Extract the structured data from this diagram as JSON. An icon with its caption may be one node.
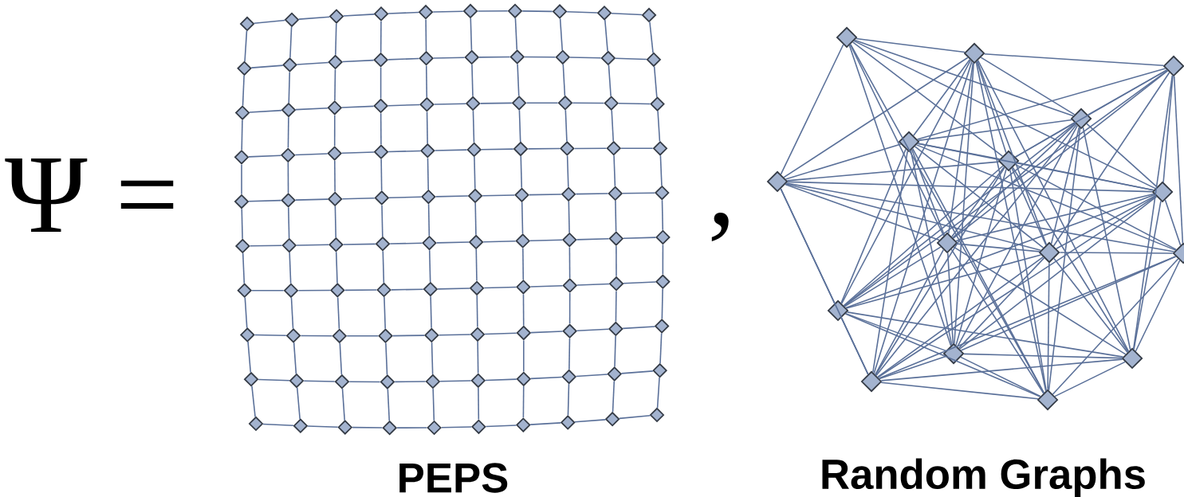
{
  "diagram": {
    "nodes": [
      {
        "text": [],
        "shape": "diamond"
      },
      {
        "text": [],
        "shape": "diamond"
      },
      {
        "text": [],
        "shape": "diamond"
      },
      {
        "text": [],
        "shape": "diamond"
      },
      {
        "text": [],
        "shape": "diamond"
      },
      {
        "text": [],
        "shape": "diamond"
      },
      {
        "text": [],
        "shape": "diamond"
      },
      {
        "text": [],
        "shape": "diamond"
      },
      {
        "text": [],
        "shape": "diamond"
      },
      {
        "text": [],
        "shape": "diamond"
      },
      {
        "text": [],
        "shape": "diamond"
      },
      {
        "text": [],
        "shape": "diamond"
      },
      {
        "text": [],
        "shape": "diamond"
      },
      {
        "text": [],
        "shape": "diamond"
      },
      {
        "text": [],
        "shape": "diamond"
      },
      {
        "text": [],
        "shape": "diamond"
      },
      {
        "text": [],
        "shape": "diamond"
      },
      {
        "text": [],
        "shape": "diamond"
      },
      {
        "text": [],
        "shape": "diamond"
      },
      {
        "text": [],
        "shape": "diamond"
      },
      {
        "text": [],
        "shape": "diamond"
      },
      {
        "text": [],
        "shape": "diamond"
      },
      {
        "text": [],
        "shape": "diamond"
      },
      {
        "text": [],
        "shape": "diamond"
      },
      {
        "text": [],
        "shape": "diamond"
      },
      {
        "text": [],
        "shape": "diamond"
      },
      {
        "text": [],
        "shape": "diamond"
      },
      {
        "text": [],
        "shape": "diamond"
      },
      {
        "text": [],
        "shape": "diamond"
      },
      {
        "text": [],
        "shape": "diamond"
      },
      {
        "text": [],
        "shape": "diamond"
      },
      {
        "text": [],
        "shape": "diamond"
      },
      {
        "text": [],
        "shape": "diamond"
      },
      {
        "text": [],
        "shape": "diamond"
      },
      {
        "text": [],
        "shape": "diamond"
      },
      {
        "text": [],
        "shape": "diamond"
      },
      {
        "text": [],
        "shape": "diamond"
      },
      {
        "text": [],
        "shape": "diamond"
      },
      {
        "text": [],
        "shape": "diamond"
      },
      {
        "text": [],
        "shape": "diamond"
      },
      {
        "text": [],
        "shape": "diamond"
      },
      {
        "text": [],
        "shape": "diamond"
      },
      {
        "text": [],
        "shape": "diamond"
      },
      {
        "text": [],
        "shape": "diamond"
      },
      {
        "text": [],
        "shape": "diamond"
      },
      {
        "text": [],
        "shape": "diamond"
      },
      {
        "text": [],
        "shape": "diamond"
      },
      {
        "text": [],
        "shape": "diamond"
      },
      {
        "text": [],
        "shape": "diamond"
      },
      {
        "text": [],
        "shape": "diamond"
      },
      {
        "text": [],
        "shape": "diamond"
      },
      {
        "text": [],
        "shape": "diamond"
      },
      {
        "text": [],
        "shape": "diamond"
      },
      {
        "text": [],
        "shape": "diamond"
      },
      {
        "text": [],
        "shape": "diamond"
      },
      {
        "text": [],
        "shape": "diamond"
      },
      {
        "text": [],
        "shape": "diamond"
      },
      {
        "text": [],
        "shape": "diamond"
      },
      {
        "text": [],
        "shape": "diamond"
      },
      {
        "text": [],
        "shape": "diamond"
      },
      {
        "text": [],
        "shape": "diamond"
      },
      {
        "text": [],
        "shape": "diamond"
      },
      {
        "text": [],
        "shape": "diamond"
      },
      {
        "text": [],
        "shape": "diamond"
      },
      {
        "text": [],
        "shape": "diamond"
      },
      {
        "text": [],
        "shape": "diamond"
      },
      {
        "text": [],
        "shape": "diamond"
      },
      {
        "text": [],
        "shape": "diamond"
      },
      {
        "text": [],
        "shape": "diamond"
      },
      {
        "text": [],
        "shape": "diamond"
      },
      {
        "text": [],
        "shape": "diamond"
      },
      {
        "text": [],
        "shape": "diamond"
      },
      {
        "text": [],
        "shape": "diamond"
      },
      {
        "text": [],
        "shape": "diamond"
      },
      {
        "text": [],
        "shape": "diamond"
      },
      {
        "text": [],
        "shape": "diamond"
      },
      {
        "text": [],
        "shape": "diamond"
      },
      {
        "text": [],
        "shape": "diamond"
      },
      {
        "text": [],
        "shape": "diamond"
      },
      {
        "text": [],
        "shape": "diamond"
      },
      {
        "text": [],
        "shape": "diamond"
      },
      {
        "text": [],
        "shape": "diamond"
      },
      {
        "text": [],
        "shape": "diamond"
      },
      {
        "text": [],
        "shape": "diamond"
      },
      {
        "text": [],
        "shape": "diamond"
      },
      {
        "text": [],
        "shape": "diamond"
      },
      {
        "text": [],
        "shape": "diamond"
      },
      {
        "text": [],
        "shape": "diamond"
      },
      {
        "text": [],
        "shape": "diamond"
      },
      {
        "text": [],
        "shape": "diamond"
      },
      {
        "text": [],
        "shape": "diamond"
      },
      {
        "text": [],
        "shape": "diamond"
      },
      {
        "text": [],
        "shape": "diamond"
      },
      {
        "text": [],
        "shape": "diamond"
      },
      {
        "text": [],
        "shape": "diamond"
      },
      {
        "text": [],
        "shape": "diamond"
      },
      {
        "text": [],
        "shape": "diamond"
      },
      {
        "text": [],
        "shape": "diamond"
      },
      {
        "text": [],
        "shape": "diamond"
      },
      {
        "text": [],
        "shape": "diamond"
      },
      {
        "text": [],
        "shape": "diamond"
      },
      {
        "text": [],
        "shape": "diamond"
      },
      {
        "text": [],
        "shape": "diamond"
      },
      {
        "text": [],
        "shape": "diamond"
      },
      {
        "text": [],
        "shape": "diamond"
      },
      {
        "text": [],
        "shape": "diamond"
      },
      {
        "text": [],
        "shape": "diamond"
      },
      {
        "text": [],
        "shape": "diamond"
      },
      {
        "text": [],
        "shape": "diamond"
      },
      {
        "text": [],
        "shape": "diamond"
      },
      {
        "text": [],
        "shape": "diamond"
      },
      {
        "text": [],
        "shape": "diamond"
      },
      {
        "text": [],
        "shape": "diamond"
      },
      {
        "text": [],
        "shape": "diamond"
      },
      {
        "text": [],
        "shape": "diamond"
      },
      {
        "text": [],
        "shape": "diamond"
      }
    ],
    "edges": [
      {
        "from": 0,
        "to": 1,
        "arrow": "none"
      },
      {
        "from": 1,
        "to": 2,
        "arrow": "none"
      },
      {
        "from": 2,
        "to": 3,
        "arrow": "none"
      },
      {
        "from": 3,
        "to": 4,
        "arrow": "none"
      },
      {
        "from": 4,
        "to": 5,
        "arrow": "none"
      },
      {
        "from": 5,
        "to": 6,
        "arrow": "none"
      },
      {
        "from": 6,
        "to": 7,
        "arrow": "none"
      },
      {
        "from": 7,
        "to": 8,
        "arrow": "none"
      },
      {
        "from": 8,
        "to": 9,
        "arrow": "none"
      },
      {
        "from": 10,
        "to": 11,
        "arrow": "none"
      },
      {
        "from": 11,
        "to": 12,
        "arrow": "none"
      },
      {
        "from": 12,
        "to": 13,
        "arrow": "none"
      },
      {
        "from": 13,
        "to": 14,
        "arrow": "none"
      },
      {
        "from": 14,
        "to": 15,
        "arrow": "none"
      },
      {
        "from": 15,
        "to": 16,
        "arrow": "none"
      },
      {
        "from": 16,
        "to": 17,
        "arrow": "none"
      },
      {
        "from": 17,
        "to": 18,
        "arrow": "none"
      },
      {
        "from": 18,
        "to": 19,
        "arrow": "none"
      },
      {
        "from": 20,
        "to": 21,
        "arrow": "none"
      },
      {
        "from": 21,
        "to": 22,
        "arrow": "none"
      },
      {
        "from": 22,
        "to": 23,
        "arrow": "none"
      },
      {
        "from": 23,
        "to": 24,
        "arrow": "none"
      },
      {
        "from": 24,
        "to": 25,
        "arrow": "none"
      },
      {
        "from": 25,
        "to": 26,
        "arrow": "none"
      },
      {
        "from": 26,
        "to": 27,
        "arrow": "none"
      },
      {
        "from": 27,
        "to": 28,
        "arrow": "none"
      },
      {
        "from": 28,
        "to": 29,
        "arrow": "none"
      },
      {
        "from": 30,
        "to": 31,
        "arrow": "none"
      },
      {
        "from": 31,
        "to": 32,
        "arrow": "none"
      },
      {
        "from": 32,
        "to": 33,
        "arrow": "none"
      },
      {
        "from": 33,
        "to": 34,
        "arrow": "none"
      },
      {
        "from": 34,
        "to": 35,
        "arrow": "none"
      },
      {
        "from": 35,
        "to": 36,
        "arrow": "none"
      },
      {
        "from": 36,
        "to": 37,
        "arrow": "none"
      },
      {
        "from": 37,
        "to": 38,
        "arrow": "none"
      },
      {
        "from": 38,
        "to": 39,
        "arrow": "none"
      },
      {
        "from": 40,
        "to": 41,
        "arrow": "none"
      },
      {
        "from": 41,
        "to": 42,
        "arrow": "none"
      },
      {
        "from": 42,
        "to": 43,
        "arrow": "none"
      },
      {
        "from": 43,
        "to": 44,
        "arrow": "none"
      },
      {
        "from": 44,
        "to": 45,
        "arrow": "none"
      },
      {
        "from": 45,
        "to": 46,
        "arrow": "none"
      },
      {
        "from": 46,
        "to": 47,
        "arrow": "none"
      },
      {
        "from": 47,
        "to": 48,
        "arrow": "none"
      },
      {
        "from": 48,
        "to": 49,
        "arrow": "none"
      },
      {
        "from": 50,
        "to": 51,
        "arrow": "none"
      },
      {
        "from": 51,
        "to": 52,
        "arrow": "none"
      },
      {
        "from": 52,
        "to": 53,
        "arrow": "none"
      },
      {
        "from": 53,
        "to": 54,
        "arrow": "none"
      },
      {
        "from": 54,
        "to": 55,
        "arrow": "none"
      },
      {
        "from": 55,
        "to": 56,
        "arrow": "none"
      },
      {
        "from": 56,
        "to": 57,
        "arrow": "none"
      },
      {
        "from": 57,
        "to": 58,
        "arrow": "none"
      },
      {
        "from": 58,
        "to": 59,
        "arrow": "none"
      },
      {
        "from": 60,
        "to": 61,
        "arrow": "none"
      },
      {
        "from": 61,
        "to": 62,
        "arrow": "none"
      },
      {
        "from": 62,
        "to": 63,
        "arrow": "none"
      },
      {
        "from": 63,
        "to": 64,
        "arrow": "none"
      },
      {
        "from": 64,
        "to": 65,
        "arrow": "none"
      },
      {
        "from": 65,
        "to": 66,
        "arrow": "none"
      },
      {
        "from": 66,
        "to": 67,
        "arrow": "none"
      },
      {
        "from": 67,
        "to": 68,
        "arrow": "none"
      },
      {
        "from": 68,
        "to": 69,
        "arrow": "none"
      },
      {
        "from": 70,
        "to": 71,
        "arrow": "none"
      },
      {
        "from": 71,
        "to": 72,
        "arrow": "none"
      },
      {
        "from": 72,
        "to": 73,
        "arrow": "none"
      },
      {
        "from": 73,
        "to": 74,
        "arrow": "none"
      },
      {
        "from": 74,
        "to": 75,
        "arrow": "none"
      },
      {
        "from": 75,
        "to": 76,
        "arrow": "none"
      },
      {
        "from": 76,
        "to": 77,
        "arrow": "none"
      },
      {
        "from": 77,
        "to": 78,
        "arrow": "none"
      },
      {
        "from": 78,
        "to": 79,
        "arrow": "none"
      },
      {
        "from": 80,
        "to": 81,
        "arrow": "none"
      },
      {
        "from": 81,
        "to": 82,
        "arrow": "none"
      },
      {
        "from": 82,
        "to": 83,
        "arrow": "none"
      },
      {
        "from": 83,
        "to": 84,
        "arrow": "none"
      },
      {
        "from": 84,
        "to": 85,
        "arrow": "none"
      },
      {
        "from": 85,
        "to": 86,
        "arrow": "none"
      },
      {
        "from": 86,
        "to": 87,
        "arrow": "none"
      },
      {
        "from": 87,
        "to": 88,
        "arrow": "none"
      },
      {
        "from": 88,
        "to": 89,
        "arrow": "none"
      },
      {
        "from": 90,
        "to": 91,
        "arrow": "none"
      },
      {
        "from": 91,
        "to": 92,
        "arrow": "none"
      },
      {
        "from": 92,
        "to": 93,
        "arrow": "none"
      },
      {
        "from": 93,
        "to": 94,
        "arrow": "none"
      },
      {
        "from": 94,
        "to": 95,
        "arrow": "none"
      },
      {
        "from": 95,
        "to": 96,
        "arrow": "none"
      },
      {
        "from": 96,
        "to": 97,
        "arrow": "none"
      },
      {
        "from": 97,
        "to": 98,
        "arrow": "none"
      },
      {
        "from": 98,
        "to": 99,
        "arrow": "none"
      },
      {
        "from": 0,
        "to": 10,
        "arrow": "none"
      },
      {
        "from": 1,
        "to": 11,
        "arrow": "none"
      },
      {
        "from": 2,
        "to": 12,
        "arrow": "none"
      },
      {
        "from": 3,
        "to": 13,
        "arrow": "none"
      },
      {
        "from": 4,
        "to": 14,
        "arrow": "none"
      },
      {
        "from": 5,
        "to": 15,
        "arrow": "none"
      },
      {
        "from": 6,
        "to": 16,
        "arrow": "none"
      },
      {
        "from": 7,
        "to": 17,
        "arrow": "none"
      },
      {
        "from": 8,
        "to": 18,
        "arrow": "none"
      },
      {
        "from": 9,
        "to": 19,
        "arrow": "none"
      },
      {
        "from": 10,
        "to": 20,
        "arrow": "none"
      },
      {
        "from": 11,
        "to": 21,
        "arrow": "none"
      },
      {
        "from": 12,
        "to": 22,
        "arrow": "none"
      },
      {
        "from": 13,
        "to": 23,
        "arrow": "none"
      },
      {
        "from": 14,
        "to": 24,
        "arrow": "none"
      },
      {
        "from": 15,
        "to": 25,
        "arrow": "none"
      },
      {
        "from": 16,
        "to": 26,
        "arrow": "none"
      },
      {
        "from": 17,
        "to": 27,
        "arrow": "none"
      },
      {
        "from": 18,
        "to": 28,
        "arrow": "none"
      },
      {
        "from": 19,
        "to": 29,
        "arrow": "none"
      },
      {
        "from": 20,
        "to": 30,
        "arrow": "none"
      },
      {
        "from": 21,
        "to": 31,
        "arrow": "none"
      },
      {
        "from": 22,
        "to": 32,
        "arrow": "none"
      },
      {
        "from": 23,
        "to": 33,
        "arrow": "none"
      },
      {
        "from": 24,
        "to": 34,
        "arrow": "none"
      },
      {
        "from": 25,
        "to": 35,
        "arrow": "none"
      },
      {
        "from": 26,
        "to": 36,
        "arrow": "none"
      },
      {
        "from": 27,
        "to": 37,
        "arrow": "none"
      },
      {
        "from": 28,
        "to": 38,
        "arrow": "none"
      },
      {
        "from": 29,
        "to": 39,
        "arrow": "none"
      },
      {
        "from": 30,
        "to": 40,
        "arrow": "none"
      },
      {
        "from": 31,
        "to": 41,
        "arrow": "none"
      },
      {
        "from": 32,
        "to": 42,
        "arrow": "none"
      },
      {
        "from": 33,
        "to": 43,
        "arrow": "none"
      },
      {
        "from": 34,
        "to": 44,
        "arrow": "none"
      },
      {
        "from": 35,
        "to": 45,
        "arrow": "none"
      },
      {
        "from": 36,
        "to": 46,
        "arrow": "none"
      },
      {
        "from": 37,
        "to": 47,
        "arrow": "none"
      },
      {
        "from": 38,
        "to": 48,
        "arrow": "none"
      },
      {
        "from": 39,
        "to": 49,
        "arrow": "none"
      },
      {
        "from": 40,
        "to": 50,
        "arrow": "none"
      },
      {
        "from": 41,
        "to": 51,
        "arrow": "none"
      },
      {
        "from": 42,
        "to": 52,
        "arrow": "none"
      },
      {
        "from": 43,
        "to": 53,
        "arrow": "none"
      },
      {
        "from": 44,
        "to": 54,
        "arrow": "none"
      },
      {
        "from": 45,
        "to": 55,
        "arrow": "none"
      },
      {
        "from": 46,
        "to": 56,
        "arrow": "none"
      },
      {
        "from": 47,
        "to": 57,
        "arrow": "none"
      },
      {
        "from": 48,
        "to": 58,
        "arrow": "none"
      },
      {
        "from": 49,
        "to": 59,
        "arrow": "none"
      },
      {
        "from": 50,
        "to": 60,
        "arrow": "none"
      },
      {
        "from": 51,
        "to": 61,
        "arrow": "none"
      },
      {
        "from": 52,
        "to": 62,
        "arrow": "none"
      },
      {
        "from": 53,
        "to": 63,
        "arrow": "none"
      },
      {
        "from": 54,
        "to": 64,
        "arrow": "none"
      },
      {
        "from": 55,
        "to": 65,
        "arrow": "none"
      },
      {
        "from": 56,
        "to": 66,
        "arrow": "none"
      },
      {
        "from": 57,
        "to": 67,
        "arrow": "none"
      },
      {
        "from": 58,
        "to": 68,
        "arrow": "none"
      },
      {
        "from": 59,
        "to": 69,
        "arrow": "none"
      },
      {
        "from": 60,
        "to": 70,
        "arrow": "none"
      },
      {
        "from": 61,
        "to": 71,
        "arrow": "none"
      },
      {
        "from": 62,
        "to": 72,
        "arrow": "none"
      },
      {
        "from": 63,
        "to": 73,
        "arrow": "none"
      },
      {
        "from": 64,
        "to": 74,
        "arrow": "none"
      },
      {
        "from": 65,
        "to": 75,
        "arrow": "none"
      },
      {
        "from": 66,
        "to": 76,
        "arrow": "none"
      },
      {
        "from": 67,
        "to": 77,
        "arrow": "none"
      },
      {
        "from": 68,
        "to": 78,
        "arrow": "none"
      },
      {
        "from": 69,
        "to": 79,
        "arrow": "none"
      },
      {
        "from": 70,
        "to": 80,
        "arrow": "none"
      },
      {
        "from": 71,
        "to": 81,
        "arrow": "none"
      },
      {
        "from": 72,
        "to": 82,
        "arrow": "none"
      },
      {
        "from": 73,
        "to": 83,
        "arrow": "none"
      },
      {
        "from": 74,
        "to": 84,
        "arrow": "none"
      },
      {
        "from": 75,
        "to": 85,
        "arrow": "none"
      },
      {
        "from": 76,
        "to": 86,
        "arrow": "none"
      },
      {
        "from": 77,
        "to": 87,
        "arrow": "none"
      },
      {
        "from": 78,
        "to": 88,
        "arrow": "none"
      },
      {
        "from": 79,
        "to": 89,
        "arrow": "none"
      },
      {
        "from": 80,
        "to": 90,
        "arrow": "none"
      },
      {
        "from": 81,
        "to": 91,
        "arrow": "none"
      },
      {
        "from": 82,
        "to": 92,
        "arrow": "none"
      },
      {
        "from": 83,
        "to": 93,
        "arrow": "none"
      },
      {
        "from": 84,
        "to": 94,
        "arrow": "none"
      },
      {
        "from": 85,
        "to": 95,
        "arrow": "none"
      },
      {
        "from": 86,
        "to": 96,
        "arrow": "none"
      },
      {
        "from": 87,
        "to": 97,
        "arrow": "none"
      },
      {
        "from": 88,
        "to": 98,
        "arrow": "none"
      },
      {
        "from": 89,
        "to": 99,
        "arrow": "none"
      },
      {
        "from": 100,
        "to": 101,
        "arrow": "none"
      },
      {
        "from": 100,
        "to": 106,
        "arrow": "none"
      },
      {
        "from": 100,
        "to": 103,
        "arrow": "none"
      },
      {
        "from": 100,
        "to": 105,
        "arrow": "none"
      },
      {
        "from": 100,
        "to": 109,
        "arrow": "none"
      },
      {
        "from": 100,
        "to": 112,
        "arrow": "none"
      },
      {
        "from": 100,
        "to": 115,
        "arrow": "none"
      },
      {
        "from": 100,
        "to": 107,
        "arrow": "none"
      },
      {
        "from": 101,
        "to": 102,
        "arrow": "none"
      },
      {
        "from": 101,
        "to": 106,
        "arrow": "none"
      },
      {
        "from": 101,
        "to": 104,
        "arrow": "none"
      },
      {
        "from": 101,
        "to": 105,
        "arrow": "none"
      },
      {
        "from": 101,
        "to": 103,
        "arrow": "none"
      },
      {
        "from": 101,
        "to": 109,
        "arrow": "none"
      },
      {
        "from": 101,
        "to": 112,
        "arrow": "none"
      },
      {
        "from": 101,
        "to": 114,
        "arrow": "none"
      },
      {
        "from": 101,
        "to": 111,
        "arrow": "none"
      },
      {
        "from": 101,
        "to": 115,
        "arrow": "none"
      },
      {
        "from": 101,
        "to": 113,
        "arrow": "none"
      },
      {
        "from": 101,
        "to": 110,
        "arrow": "none"
      },
      {
        "from": 102,
        "to": 103,
        "arrow": "none"
      },
      {
        "from": 102,
        "to": 104,
        "arrow": "none"
      },
      {
        "from": 102,
        "to": 105,
        "arrow": "none"
      },
      {
        "from": 102,
        "to": 109,
        "arrow": "none"
      },
      {
        "from": 102,
        "to": 107,
        "arrow": "none"
      },
      {
        "from": 102,
        "to": 108,
        "arrow": "none"
      },
      {
        "from": 102,
        "to": 113,
        "arrow": "none"
      },
      {
        "from": 102,
        "to": 110,
        "arrow": "none"
      },
      {
        "from": 102,
        "to": 111,
        "arrow": "none"
      },
      {
        "from": 103,
        "to": 104,
        "arrow": "none"
      },
      {
        "from": 103,
        "to": 105,
        "arrow": "none"
      },
      {
        "from": 103,
        "to": 107,
        "arrow": "none"
      },
      {
        "from": 103,
        "to": 109,
        "arrow": "none"
      },
      {
        "from": 103,
        "to": 111,
        "arrow": "none"
      },
      {
        "from": 103,
        "to": 112,
        "arrow": "none"
      },
      {
        "from": 103,
        "to": 113,
        "arrow": "none"
      },
      {
        "from": 103,
        "to": 115,
        "arrow": "none"
      },
      {
        "from": 103,
        "to": 114,
        "arrow": "none"
      },
      {
        "from": 103,
        "to": 110,
        "arrow": "none"
      },
      {
        "from": 104,
        "to": 106,
        "arrow": "none"
      },
      {
        "from": 104,
        "to": 105,
        "arrow": "none"
      },
      {
        "from": 104,
        "to": 107,
        "arrow": "none"
      },
      {
        "from": 104,
        "to": 109,
        "arrow": "none"
      },
      {
        "from": 104,
        "to": 112,
        "arrow": "none"
      },
      {
        "from": 104,
        "to": 114,
        "arrow": "none"
      },
      {
        "from": 104,
        "to": 115,
        "arrow": "none"
      },
      {
        "from": 104,
        "to": 110,
        "arrow": "none"
      },
      {
        "from": 104,
        "to": 111,
        "arrow": "none"
      },
      {
        "from": 104,
        "to": 108,
        "arrow": "none"
      },
      {
        "from": 105,
        "to": 106,
        "arrow": "none"
      },
      {
        "from": 105,
        "to": 107,
        "arrow": "none"
      },
      {
        "from": 105,
        "to": 109,
        "arrow": "none"
      },
      {
        "from": 105,
        "to": 110,
        "arrow": "none"
      },
      {
        "from": 105,
        "to": 111,
        "arrow": "none"
      },
      {
        "from": 105,
        "to": 112,
        "arrow": "none"
      },
      {
        "from": 105,
        "to": 113,
        "arrow": "none"
      },
      {
        "from": 105,
        "to": 114,
        "arrow": "none"
      },
      {
        "from": 105,
        "to": 115,
        "arrow": "none"
      },
      {
        "from": 105,
        "to": 108,
        "arrow": "none"
      },
      {
        "from": 106,
        "to": 111,
        "arrow": "none"
      },
      {
        "from": 106,
        "to": 114,
        "arrow": "none"
      },
      {
        "from": 106,
        "to": 107,
        "arrow": "none"
      },
      {
        "from": 106,
        "to": 109,
        "arrow": "none"
      },
      {
        "from": 106,
        "to": 110,
        "arrow": "none"
      },
      {
        "from": 106,
        "to": 108,
        "arrow": "none"
      },
      {
        "from": 107,
        "to": 108,
        "arrow": "none"
      },
      {
        "from": 107,
        "to": 109,
        "arrow": "none"
      },
      {
        "from": 107,
        "to": 110,
        "arrow": "none"
      },
      {
        "from": 107,
        "to": 112,
        "arrow": "none"
      },
      {
        "from": 107,
        "to": 113,
        "arrow": "none"
      },
      {
        "from": 107,
        "to": 114,
        "arrow": "none"
      },
      {
        "from": 107,
        "to": 111,
        "arrow": "none"
      },
      {
        "from": 108,
        "to": 110,
        "arrow": "none"
      },
      {
        "from": 108,
        "to": 113,
        "arrow": "none"
      },
      {
        "from": 108,
        "to": 115,
        "arrow": "none"
      },
      {
        "from": 108,
        "to": 114,
        "arrow": "none"
      },
      {
        "from": 108,
        "to": 112,
        "arrow": "none"
      },
      {
        "from": 109,
        "to": 110,
        "arrow": "none"
      },
      {
        "from": 109,
        "to": 111,
        "arrow": "none"
      },
      {
        "from": 109,
        "to": 112,
        "arrow": "none"
      },
      {
        "from": 109,
        "to": 114,
        "arrow": "none"
      },
      {
        "from": 109,
        "to": 115,
        "arrow": "none"
      },
      {
        "from": 109,
        "to": 113,
        "arrow": "none"
      },
      {
        "from": 110,
        "to": 111,
        "arrow": "none"
      },
      {
        "from": 110,
        "to": 112,
        "arrow": "none"
      },
      {
        "from": 110,
        "to": 113,
        "arrow": "none"
      },
      {
        "from": 110,
        "to": 114,
        "arrow": "none"
      },
      {
        "from": 110,
        "to": 115,
        "arrow": "none"
      },
      {
        "from": 111,
        "to": 112,
        "arrow": "none"
      },
      {
        "from": 111,
        "to": 113,
        "arrow": "none"
      },
      {
        "from": 111,
        "to": 114,
        "arrow": "none"
      },
      {
        "from": 111,
        "to": 115,
        "arrow": "none"
      },
      {
        "from": 112,
        "to": 113,
        "arrow": "none"
      },
      {
        "from": 112,
        "to": 114,
        "arrow": "none"
      },
      {
        "from": 112,
        "to": 115,
        "arrow": "none"
      },
      {
        "from": 113,
        "to": 114,
        "arrow": "none"
      },
      {
        "from": 113,
        "to": 115,
        "arrow": "none"
      },
      {
        "from": 114,
        "to": 115,
        "arrow": "none"
      }
    ],
    "labels": [
      "Ψ =",
      ",",
      "PEPS",
      "Random Graphs"
    ]
  }
}
